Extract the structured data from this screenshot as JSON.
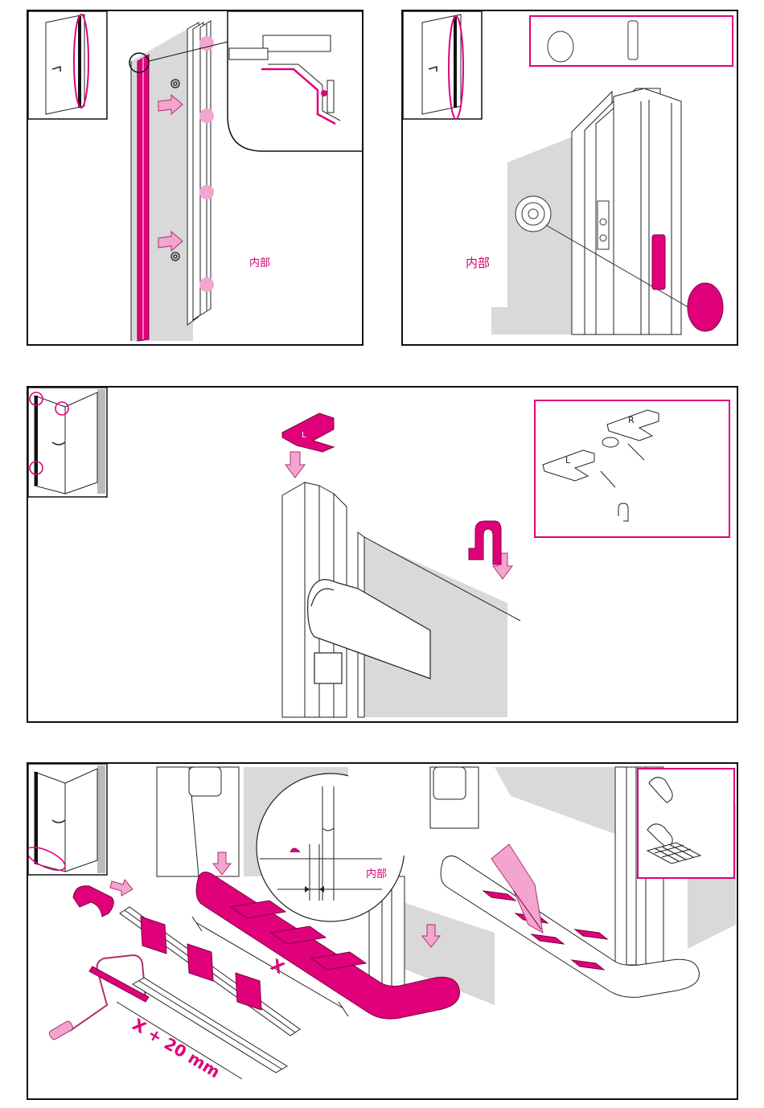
{
  "colors": {
    "accent": "#e0007a",
    "accent_light": "#f2a6cf",
    "line": "#222222",
    "panel_fill": "#d9d9d9"
  },
  "panel1": {
    "label": "内部"
  },
  "panel2": {
    "label": "内部"
  },
  "panel3": {
    "inset_mark_l": "L",
    "inset_mark_r": "R",
    "cap_mark": "L"
  },
  "panel4": {
    "label": "内部",
    "dim_x": "X",
    "dim_x_plus": "X + 20 mm"
  }
}
